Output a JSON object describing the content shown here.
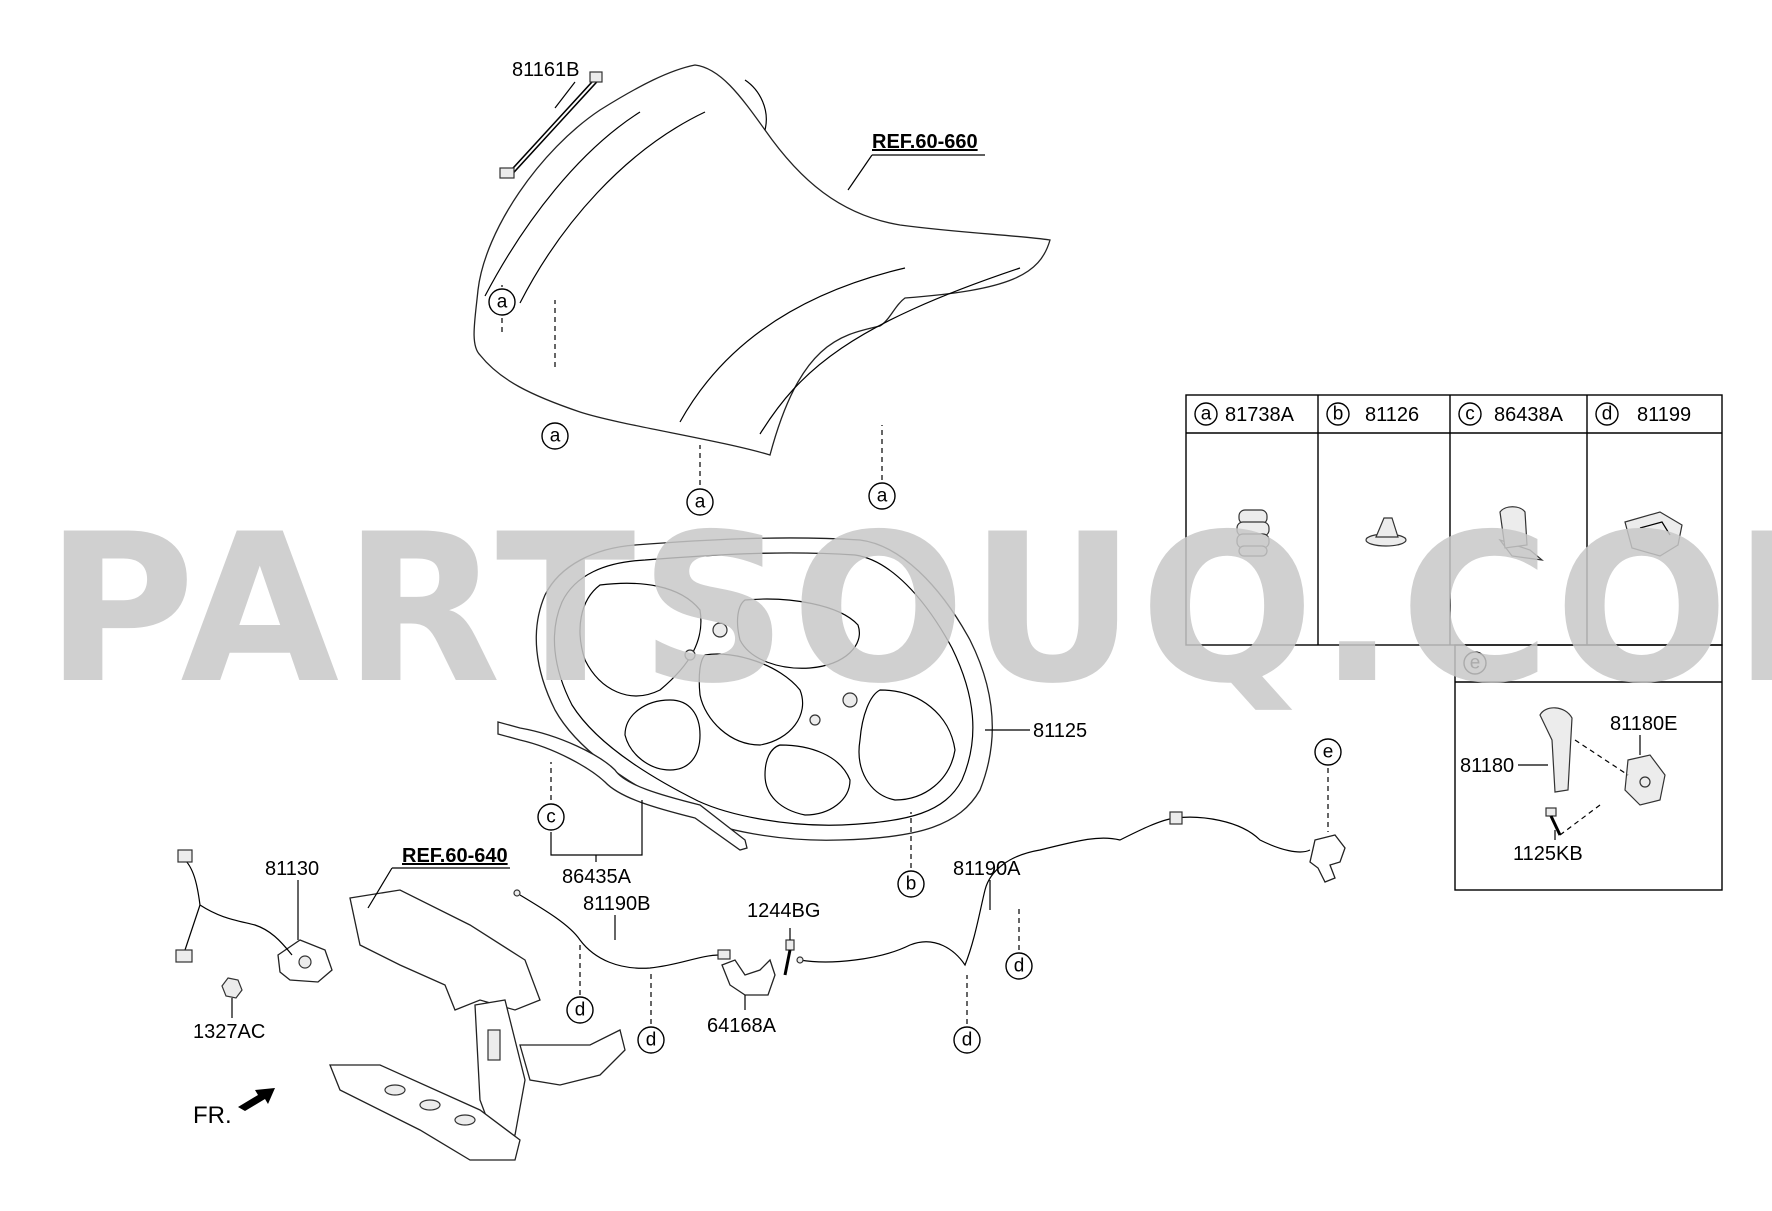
{
  "watermark": "PARTSOUQ.COM",
  "references": {
    "hood": "REF.60-660",
    "front_panel": "REF.60-640"
  },
  "part_labels": {
    "p81161B": "81161B",
    "p81125": "81125",
    "p86435A": "86435A",
    "p81130": "81130",
    "p1327AC": "1327AC",
    "p81190B": "81190B",
    "p1244BG": "1244BG",
    "p64168A": "64168A",
    "p81190A": "81190A"
  },
  "callouts": {
    "a": "a",
    "b": "b",
    "c": "c",
    "d": "d",
    "e": "e"
  },
  "legend_table": {
    "cells": [
      {
        "letter": "a",
        "part": "81738A"
      },
      {
        "letter": "b",
        "part": "81126"
      },
      {
        "letter": "c",
        "part": "86438A"
      },
      {
        "letter": "d",
        "part": "81199"
      }
    ],
    "detail_e": {
      "letter": "e",
      "labels": [
        "81180E",
        "81180",
        "1125KB"
      ]
    }
  },
  "direction": "FR."
}
